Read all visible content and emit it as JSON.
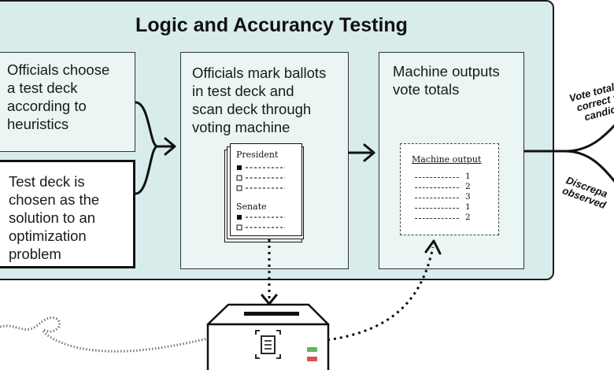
{
  "title": "Logic and Accurancy Testing",
  "boxes": {
    "choose_heuristics": {
      "lines": [
        "Officials choose",
        "a test deck",
        "according to",
        "heuristics"
      ]
    },
    "optimization": {
      "lines": [
        "Test deck is",
        "chosen as the",
        "solution to an",
        "optimization",
        "problem"
      ]
    },
    "mark_ballots": {
      "lines": [
        "Officials mark ballots",
        "in test deck and",
        "scan deck through",
        "voting machine"
      ]
    },
    "machine_outputs": {
      "lines": [
        "Machine outputs",
        "vote totals"
      ]
    }
  },
  "ballot": {
    "race1": "President",
    "race2": "Senate"
  },
  "machine_output": {
    "title": "Machine output",
    "values": [
      "1",
      "2",
      "3",
      "1",
      "2"
    ]
  },
  "outcomes": {
    "correct": {
      "lines": [
        "Vote totals",
        "correct fo",
        "candidat"
      ]
    },
    "discrepancy": {
      "lines": [
        "Discrepa",
        "observed"
      ]
    }
  },
  "colors": {
    "panel": "#d8eceb",
    "box": "#eaf5f4",
    "green_led": "#5cb85c",
    "red_led": "#d9534f"
  }
}
